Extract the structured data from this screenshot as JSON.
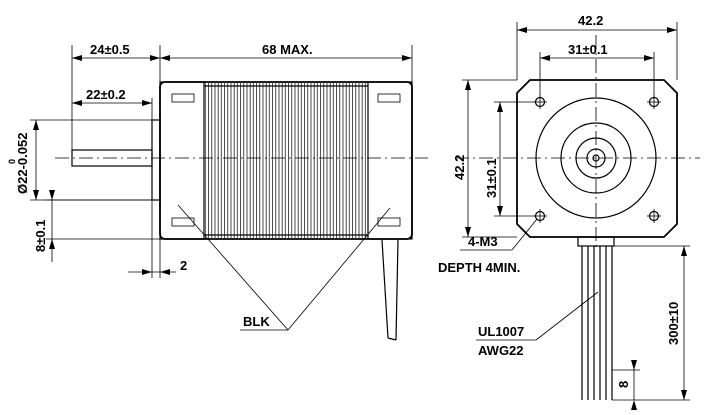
{
  "dimensions": {
    "shaft_length": "24±0.5",
    "body_length": "68 MAX.",
    "shaft_flat": "22±0.2",
    "pilot_diameter_prefix": "Ø22",
    "pilot_diameter_upper": "0",
    "pilot_diameter_lower": "-0.052",
    "pilot_offset": "8±0.1",
    "flange_thickness": "2",
    "frame_width": "42.2",
    "hole_spacing_h": "31±0.1",
    "frame_height": "42.2",
    "hole_spacing_v": "31±0.1",
    "lead_length": "300±10",
    "lead_strip": "8"
  },
  "labels": {
    "color": "BLK",
    "thread": "4-M3",
    "depth": "DEPTH 4MIN.",
    "wire_type": "UL1007",
    "wire_gauge": "AWG22"
  }
}
